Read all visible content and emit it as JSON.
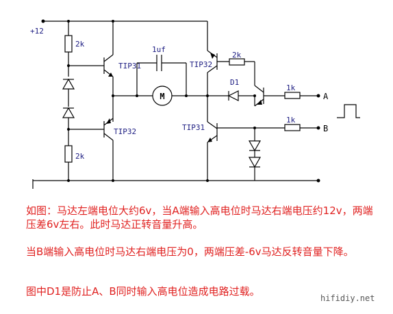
{
  "labels": {
    "supply": "+12",
    "r_top_left": "2k",
    "r_bottom_left": "2k",
    "q1": "TIP31",
    "q2": "TIP32",
    "q3": "TIP32",
    "q4": "TIP31",
    "cap": "1uf",
    "motor": "M",
    "d1": "D1",
    "r_base_q3": "2k",
    "r_in_a": "1k",
    "r_in_b": "1k",
    "input_a": "A",
    "input_b": "B"
  },
  "text": {
    "p1": "如图：马达左端电位大约6v，当A端输入高电位时马达右端电压约12v，两端压差6v左右。此时马达正转音量升高。",
    "p2": "当B端输入高电位时马达右端电压为0，两端压差-6v马达反转音量下降。",
    "p3": "图中D1是防止A、B同时输入高电位造成电路过载。"
  },
  "watermark": "hifidiy.net"
}
